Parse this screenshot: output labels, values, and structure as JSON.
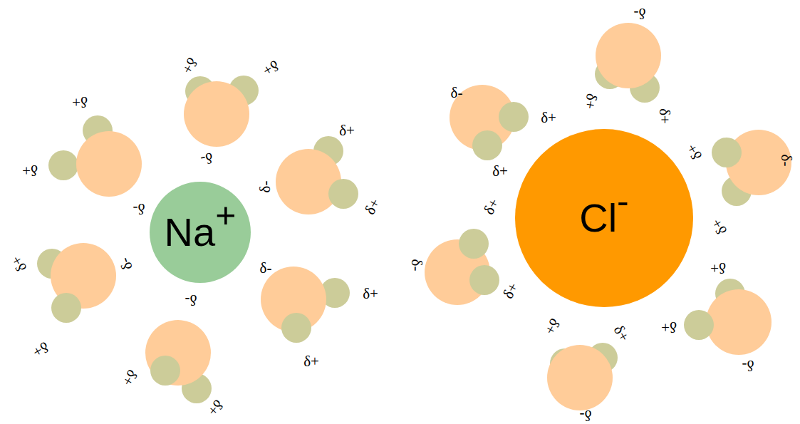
{
  "diagram": {
    "nodes": [
      {
        "text": [
          "Na",
          "+"
        ]
      },
      {
        "text": [
          "Cl",
          "-"
        ]
      }
    ],
    "labels": [
      "δ+",
      "δ+",
      "δ-",
      "δ+",
      "δ+",
      "δ-",
      "δ+",
      "δ+",
      "δ-",
      "δ+",
      "δ+",
      "δ-",
      "δ-",
      "δ+",
      "δ+",
      "δ-",
      "δ+",
      "δ+",
      "δ-",
      "δ+",
      "δ+",
      "δ-",
      "δ+",
      "δ+",
      "δ+",
      "δ-",
      "δ+",
      "δ+",
      "δ-",
      "δ+",
      "δ+",
      "δ+",
      "δ-",
      "δ+",
      "δ+",
      "δ-"
    ]
  }
}
